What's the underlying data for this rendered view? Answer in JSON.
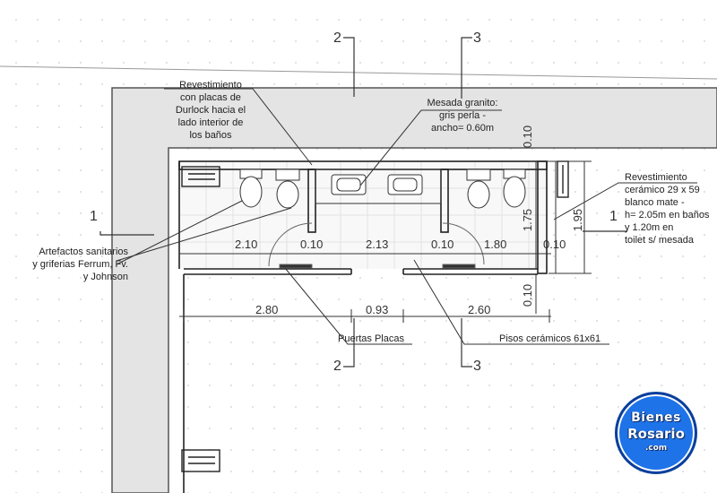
{
  "labels": {
    "revestimiento_durlock": [
      "Revestimiento",
      "con placas de",
      "Durlock hacia el",
      "lado interior de",
      "los baños"
    ],
    "mesada": [
      "Mesada granito:",
      "gris perla -",
      "ancho= 0.60m"
    ],
    "revestimiento_ceramico": [
      "Revestimiento",
      "cerámico 29 x 59",
      "blanco mate -",
      "h=  2.05m en baños",
      "y 1.20m en",
      "toilet s/ mesada"
    ],
    "artefactos": [
      "Artefactos sanitarios",
      "y griferias Ferrum, Fv.",
      "y Johnson"
    ],
    "puertas": "Puertas Placas",
    "pisos": "Pisos cerámicos 61x61"
  },
  "section_marks": {
    "top_a": "2",
    "top_b": "3",
    "left": "1",
    "right": "1",
    "bottom_a": "2",
    "bottom_b": "3"
  },
  "dimensions": {
    "row1": [
      "2.10",
      "0.10",
      "2.13",
      "0.10",
      "1.80",
      "0.10"
    ],
    "row2": [
      "2.80",
      "0.93",
      "2.60"
    ],
    "vertical": [
      "0.10",
      "1.75",
      "0.10",
      "1.95"
    ]
  },
  "logo": {
    "line1": "Bienes",
    "line2": "Rosario",
    "line3": ".com"
  }
}
